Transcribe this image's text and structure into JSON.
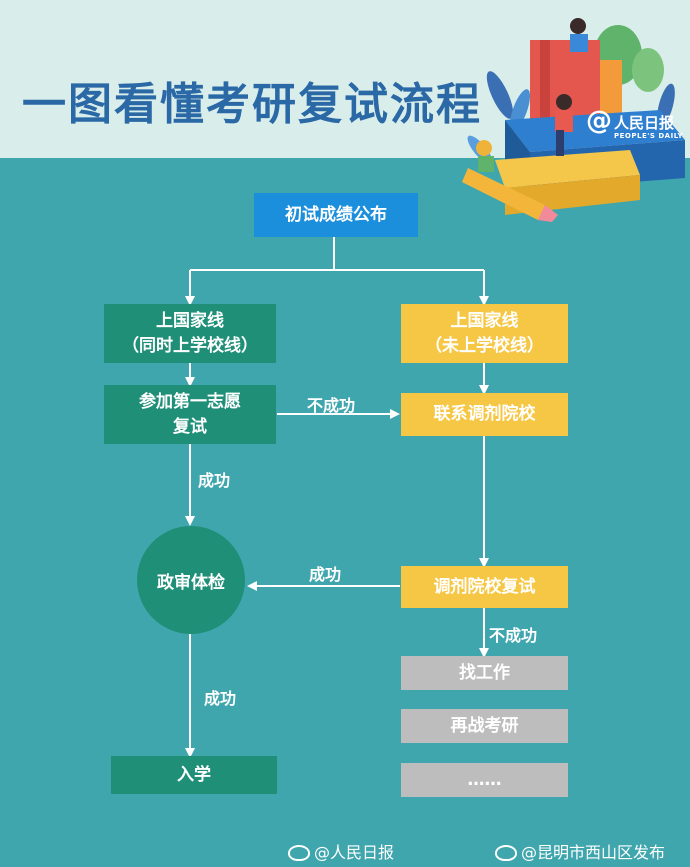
{
  "title": "一图看懂考研复试流程",
  "brand": {
    "at": "@",
    "name": "人民日报",
    "sub": "PEOPLE'S DAILY"
  },
  "nodes": {
    "start": "初试成绩公布",
    "left_line1": "上国家线",
    "left_line2": "（同时上学校线）",
    "right_line1": "上国家线",
    "right_line2": "（未上学校线）",
    "first_choice_1": "参加第一志愿",
    "first_choice_2": "复试",
    "contact": "联系调剂院校",
    "adjust_retest": "调剂院校复试",
    "check": "政审体检",
    "enroll": "入学",
    "job": "找工作",
    "retry": "再战考研",
    "more": "……"
  },
  "labels": {
    "fail1": "不成功",
    "success1": "成功",
    "success2": "成功",
    "fail2": "不成功",
    "success3": "成功"
  },
  "footer": {
    "left": "@人民日报",
    "right": "@昆明市西山区发布"
  },
  "colors": {
    "background": "#3fa6ae",
    "header": "#d9eeeb",
    "title": "#2a68a6",
    "blue": "#1b8fdc",
    "green": "#1f8f78",
    "yellow": "#f6c744",
    "gray": "#bdbdbd"
  }
}
